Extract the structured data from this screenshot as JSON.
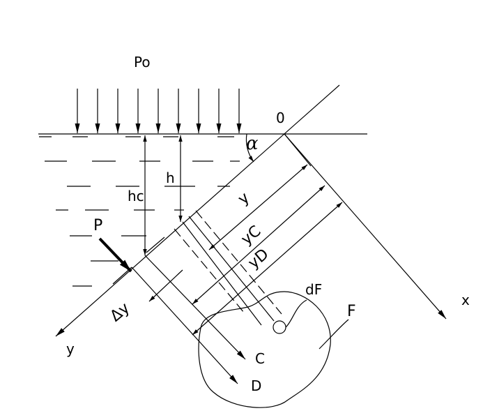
{
  "labels": {
    "p0": "Po",
    "origin": "0",
    "alpha": "α",
    "h": "h",
    "hc": "hc",
    "p": "P",
    "y_dist": "y",
    "yc": "yC",
    "yd": "yD",
    "delta_y": "Δy",
    "df": "dF",
    "f": "F",
    "c": "C",
    "d": "D",
    "x_axis": "x",
    "y_axis": "y"
  }
}
